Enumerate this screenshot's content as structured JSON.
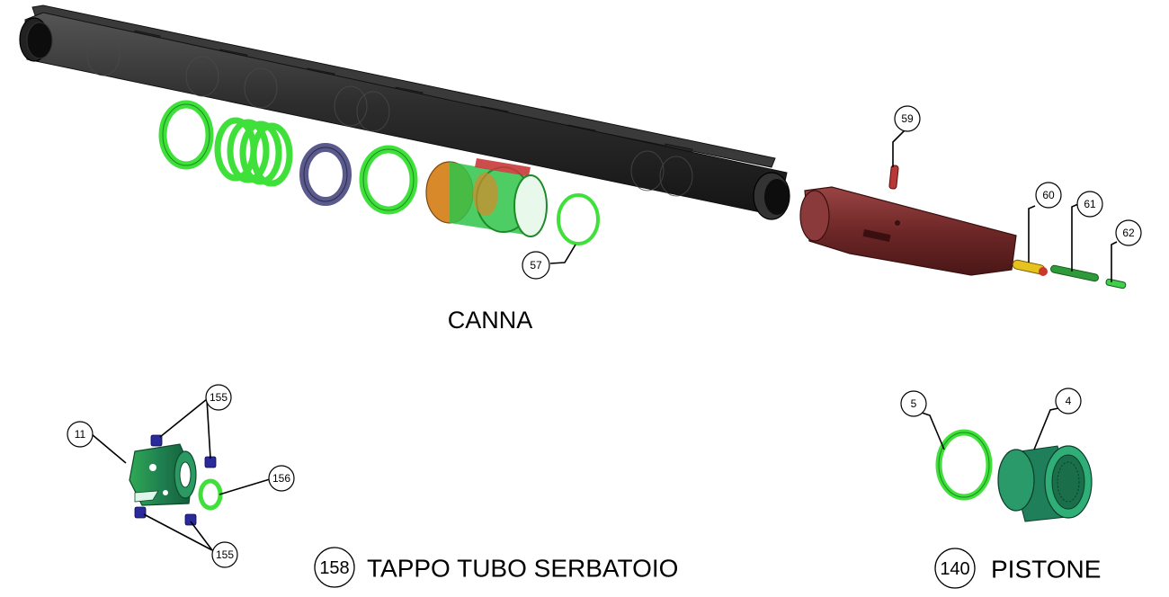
{
  "labels": {
    "canna": "CANNA",
    "tappo": "TAPPO TUBO SERBATOIO",
    "pistone": "PISTONE"
  },
  "assembly_numbers": {
    "tappo": "158",
    "pistone": "140"
  },
  "callouts": {
    "c57": "57",
    "c59": "59",
    "c60": "60",
    "c61": "61",
    "c62": "62",
    "c155a": "155",
    "c155b": "155",
    "c11": "11",
    "c156": "156",
    "c5": "5",
    "c4": "4"
  },
  "colors": {
    "barrel": "#2f2f2f",
    "bright_green": "#3fe03a",
    "dark_green": "#1f8a5a",
    "blue_ring": "#5a5a8c",
    "orange": "#d8892a",
    "receiver": "#7a2e2e",
    "yellow_pin": "#e6c21f",
    "screw_blue": "#2a2a9a"
  }
}
